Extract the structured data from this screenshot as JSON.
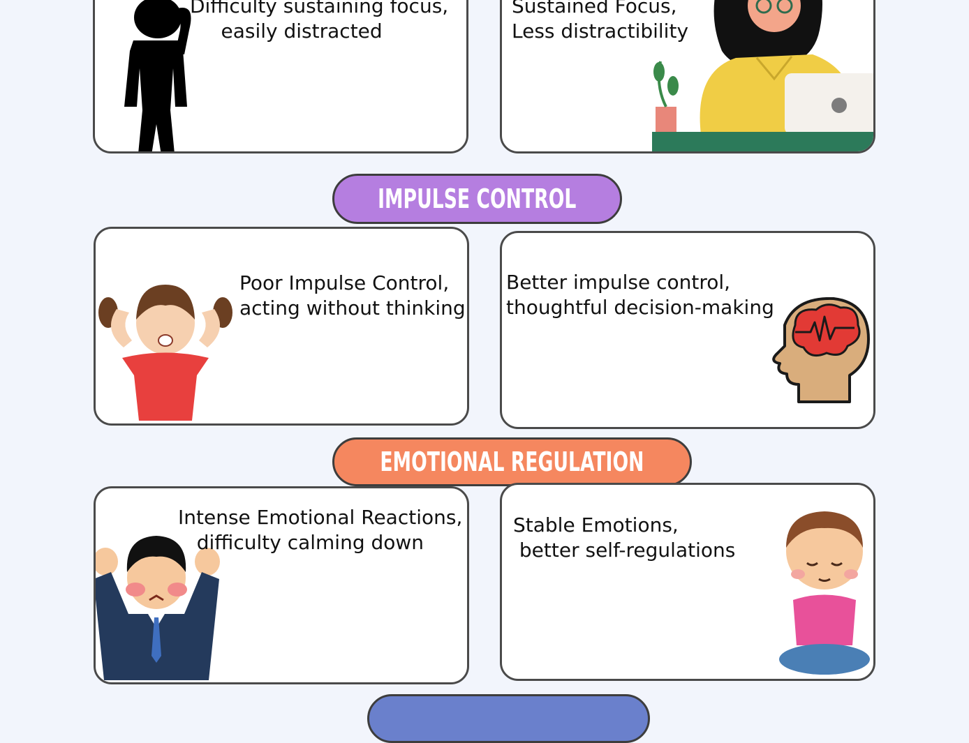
{
  "sections": {
    "focus": {
      "left_text": "Difficulty sustaining focus,\n     easily distracted",
      "right_text": "Sustained Focus,\nLess distractibility"
    },
    "impulse": {
      "title": "IMPULSE CONTROL",
      "color": "#b57ee0",
      "left_text": "Poor Impulse Control,\nacting without thinking",
      "right_text": "Better impulse control,\nthoughtful decision-making"
    },
    "emotional": {
      "title": "EMOTIONAL REGULATION",
      "color": "#f5875f",
      "left_text": "Intense Emotional Reactions,\n   difficulty calming down",
      "right_text": "Stable Emotions,\n better self-regulations"
    },
    "next": {
      "color": "#6a80cc"
    }
  },
  "illustrations": {
    "distracted_person": "distracted-person-silhouette",
    "focused_woman": "focused-woman-laptop",
    "frustrated_girl": "frustrated-girl",
    "brain_head": "brain-in-head",
    "angry_man": "angry-businessman",
    "calm_boy": "meditating-boy"
  }
}
